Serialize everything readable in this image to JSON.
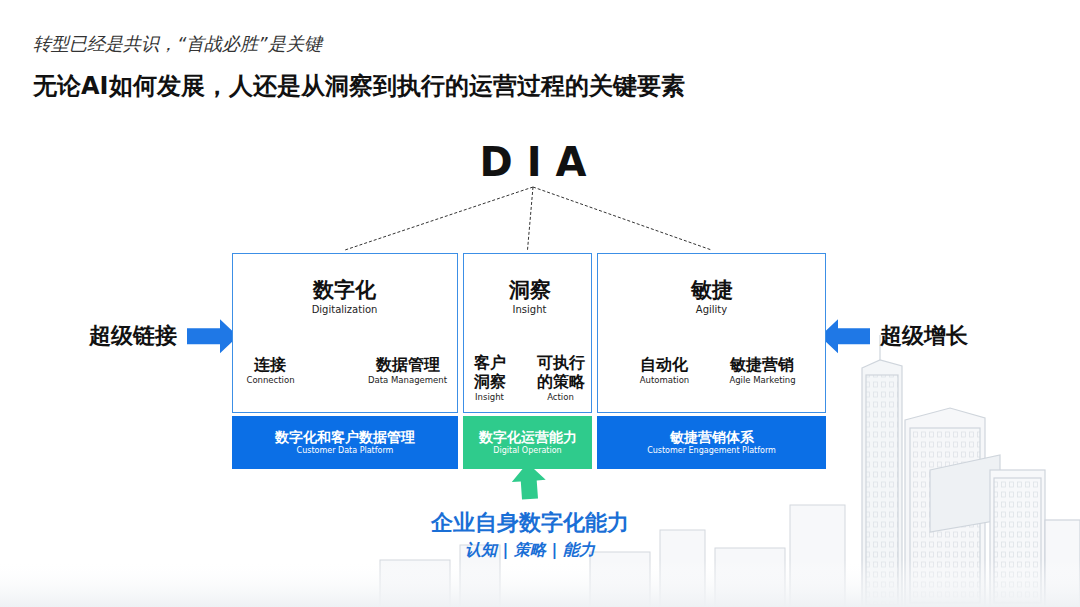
{
  "diagram": {
    "title": "无论AI如何发展，人还是从洞察到执行的运营过程的关键要素",
    "nodes": [
      {
        "text": [
          "DIA"
        ]
      },
      {
        "text": []
      },
      {
        "text": [
          "数字化",
          "Digitalization"
        ],
        "in": 1
      },
      {
        "text": [
          "连接",
          "Connection"
        ],
        "in": 1
      },
      {
        "text": [
          "数据管理",
          "Data Management"
        ],
        "in": 1
      },
      {
        "text": []
      },
      {
        "text": [
          "洞察",
          "Insight"
        ],
        "in": 5
      },
      {
        "text": [
          "客户 洞察",
          "Insight"
        ],
        "in": 5
      },
      {
        "text": [
          "可执行 的策略",
          "Action"
        ],
        "in": 5
      },
      {
        "text": []
      },
      {
        "text": [
          "敏捷",
          "Agility"
        ],
        "in": 9
      },
      {
        "text": [
          "自动化",
          "Automation"
        ],
        "in": 9
      },
      {
        "text": [
          "敏捷营销",
          "Agile Marketing"
        ],
        "in": 9
      },
      {
        "text": [
          "数字化和客户数据管理",
          "Customer Data Platform"
        ]
      },
      {
        "text": [
          "数字化运营能力",
          "Digital Operation"
        ]
      },
      {
        "text": [
          "敏捷营销体系",
          "Customer Engagement Platform"
        ]
      },
      {
        "text": [
          "超级链接"
        ]
      },
      {
        "text": [
          "超级增长"
        ]
      },
      {
        "text": [
          "企业自身数字化能力",
          "认知 | 策略 | 能力"
        ]
      }
    ],
    "edges": [
      {
        "from": 0,
        "to": 1,
        "arrow": "none"
      },
      {
        "from": 0,
        "to": 5,
        "arrow": "none"
      },
      {
        "from": 0,
        "to": 9,
        "arrow": "none"
      },
      {
        "from": 2,
        "to": 3,
        "arrow": "none"
      },
      {
        "from": 2,
        "to": 4,
        "arrow": "none"
      },
      {
        "from": 6,
        "to": 7,
        "arrow": "none"
      },
      {
        "from": 6,
        "to": 8,
        "arrow": "none"
      },
      {
        "from": 10,
        "to": 11,
        "arrow": "none"
      },
      {
        "from": 10,
        "to": 12,
        "arrow": "none"
      },
      {
        "from": 16,
        "to": 1,
        "arrow": "to"
      },
      {
        "from": 17,
        "to": 9,
        "arrow": "to"
      },
      {
        "from": 18,
        "to": 14,
        "arrow": "to"
      }
    ],
    "labels": [
      "转型已经是共识，“首战必胜”是关键"
    ]
  }
}
